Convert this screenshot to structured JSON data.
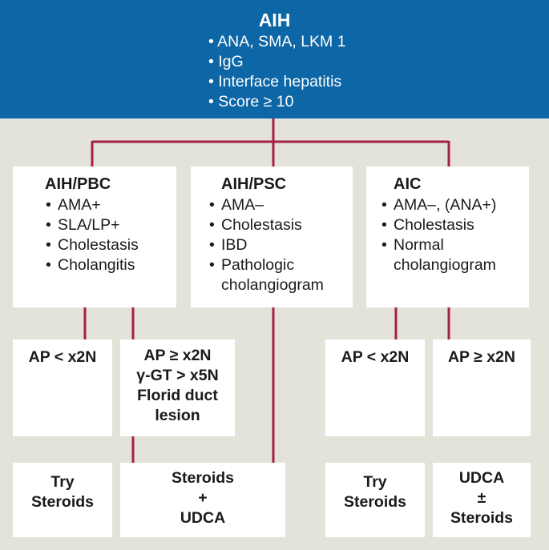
{
  "header": {
    "title": "AIH",
    "items": [
      "ANA, SMA, LKM 1",
      "IgG",
      "Interface hepatitis",
      "Score ≥ 10"
    ]
  },
  "columns": [
    {
      "title": "AIH/PBC",
      "items": [
        "AMA+",
        "SLA/LP+",
        "Cholestasis",
        "Cholangitis"
      ]
    },
    {
      "title": "AIH/PSC",
      "items": [
        "AMA–",
        "Cholestasis",
        "IBD",
        "Pathologic cholangiogram"
      ]
    },
    {
      "title": "AIC",
      "items": [
        "AMA–, (ANA+)",
        "Cholestasis",
        "Normal cholangiogram"
      ]
    }
  ],
  "criteria": {
    "pbc_low": "AP < x2N",
    "pbc_high": [
      "AP ≥ x2N",
      "γ-GT > x5N",
      "Florid duct",
      "lesion"
    ],
    "aic_low": "AP < x2N",
    "aic_high": "AP ≥ x2N"
  },
  "treatments": {
    "pbc_low": [
      "Try",
      "Steroids"
    ],
    "combined": [
      "Steroids",
      "+",
      "UDCA"
    ],
    "aic_low": [
      "Try",
      "Steroids"
    ],
    "aic_high": [
      "UDCA",
      "±",
      "Steroids"
    ]
  },
  "colors": {
    "header_bg": "#0d66a6",
    "background": "#e4e3d9",
    "connector": "#a3204a",
    "box": "#ffffff"
  }
}
